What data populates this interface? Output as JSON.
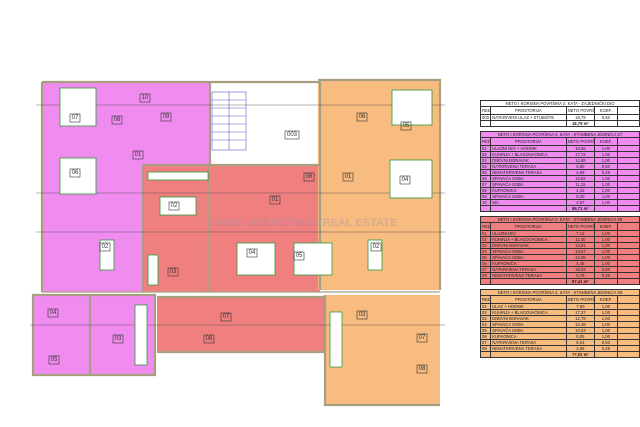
{
  "colors": {
    "unit_s7": "#f08cf0",
    "unit_s8": "#f08080",
    "unit_s9": "#f8bb80",
    "walls": "#a89f80",
    "furniture": "#2e9a3a",
    "stairs": "#5a5ad0"
  },
  "plan": {
    "common": {
      "label_003": "003"
    },
    "s7": {
      "r01": "01",
      "r02": "02",
      "r03": "03",
      "r04": "04",
      "r05": "05",
      "r06": "06",
      "r07": "07",
      "r08": "08",
      "r09": "09",
      "r10": "10"
    },
    "s8": {
      "r01": "01",
      "r02": "02",
      "r03": "03",
      "r04": "04",
      "r05": "05",
      "r06": "06",
      "r07": "07",
      "r08": "08"
    },
    "s9": {
      "r01": "01",
      "r02": "02",
      "r03": "03",
      "r04": "04",
      "r05": "05",
      "r06": "06",
      "r07": "07",
      "r08": "08"
    },
    "watermark": "NEMO NEKRETNINE REAL ESTATE"
  },
  "tables": {
    "col_headers": {
      "no": "RED. BR.",
      "room": "PROSTORIJA",
      "area": "NETO POVRŠINA",
      "coef": "KOEF."
    },
    "common": {
      "title": "NETO I KORISNA POVRŠINA 2. KATA - ZAJEDNIČKI DIO",
      "rows": [
        {
          "no": "003",
          "room": "NATKRIVENI ULAZ + STUBIŠTE",
          "area": "18,79",
          "coef": "0,50"
        }
      ],
      "total": "18,79 m²"
    },
    "s7": {
      "title": "NETO I KORISNA POVRŠINA 2. KATA - STAMBENA JEDINICA S7",
      "rows": [
        {
          "no": "01",
          "room": "ULAZNI DIO + HODNIK",
          "area": "10,55",
          "coef": "1,00"
        },
        {
          "no": "02",
          "room": "KUHINJA + BLAGOVAONICA",
          "area": "17,72",
          "coef": "1,00"
        },
        {
          "no": "03",
          "room": "DNEVNI BORAVAK",
          "area": "12,89",
          "coef": "1,00"
        },
        {
          "no": "04",
          "room": "NATKRIVENA TERASA",
          "area": "5,80",
          "coef": "0,50"
        },
        {
          "no": "05",
          "room": "NENATKRIVENA TERASA",
          "area": "4,69",
          "coef": "0,25"
        },
        {
          "no": "06",
          "room": "SPAVAĆA SOBA",
          "area": "10,62",
          "coef": "1,00"
        },
        {
          "no": "07",
          "room": "SPAVAĆA SOBA",
          "area": "11,15",
          "coef": "1,00"
        },
        {
          "no": "08",
          "room": "KUPAONICA",
          "area": "4,42",
          "coef": "1,00"
        },
        {
          "no": "09",
          "room": "SPAVAĆA SOBA",
          "area": "6,30",
          "coef": "1,00"
        },
        {
          "no": "10",
          "room": "WC",
          "area": "2,57",
          "coef": "1,00"
        }
      ],
      "total": "86,71 m²"
    },
    "s8": {
      "title": "NETO I KORISNA POVRŠINA 2. KATA - STAMBENA JEDINICA S8",
      "rows": [
        {
          "no": "01",
          "room": "ULAZNI DIO",
          "area": "7,12",
          "coef": "1,00"
        },
        {
          "no": "02",
          "room": "KUHINJA + BLAGOVAONICA",
          "area": "11,40",
          "coef": "1,00"
        },
        {
          "no": "03",
          "room": "DNEVNI BORAVAK",
          "area": "13,91",
          "coef": "1,00"
        },
        {
          "no": "04",
          "room": "SPAVAĆA SOBA",
          "area": "13,67",
          "coef": "1,00"
        },
        {
          "no": "05",
          "room": "SPAVAĆA SOBA",
          "area": "12,05",
          "coef": "1,00"
        },
        {
          "no": "06",
          "room": "KUPAONICA",
          "area": "4,45",
          "coef": "1,00"
        },
        {
          "no": "07",
          "room": "NATKRIVENA TERASA",
          "area": "15,03",
          "coef": "0,50"
        },
        {
          "no": "08",
          "room": "NENATKRIVENA TERASA",
          "area": "9,78",
          "coef": "0,25"
        }
      ],
      "total": "87,41 m²"
    },
    "s9": {
      "title": "NETO I KORISNA POVRŠINA 2. KATA - STAMBENA JEDINICA S9",
      "rows": [
        {
          "no": "01",
          "room": "ULAZ + HODNIK",
          "area": "7,50",
          "coef": "1,00"
        },
        {
          "no": "02",
          "room": "KUHINJA + BLAGOVAONICA",
          "area": "17,37",
          "coef": "1,00"
        },
        {
          "no": "03",
          "room": "DNEVNI BORAVAK",
          "area": "12,79",
          "coef": "1,00"
        },
        {
          "no": "04",
          "room": "SPAVAĆA SOBA",
          "area": "12,49",
          "coef": "1,00"
        },
        {
          "no": "05",
          "room": "SPAVAĆA SOBA",
          "area": "10,03",
          "coef": "1,00"
        },
        {
          "no": "06",
          "room": "KUPAONICA",
          "area": "6,05",
          "coef": "1,00"
        },
        {
          "no": "07",
          "room": "NATKRIVENA TERASA",
          "area": "8,04",
          "coef": "0,50"
        },
        {
          "no": "08",
          "room": "NENATKRIVENA TERASA",
          "area": "2,95",
          "coef": "0,25"
        }
      ],
      "total": "77,02 m²"
    }
  }
}
